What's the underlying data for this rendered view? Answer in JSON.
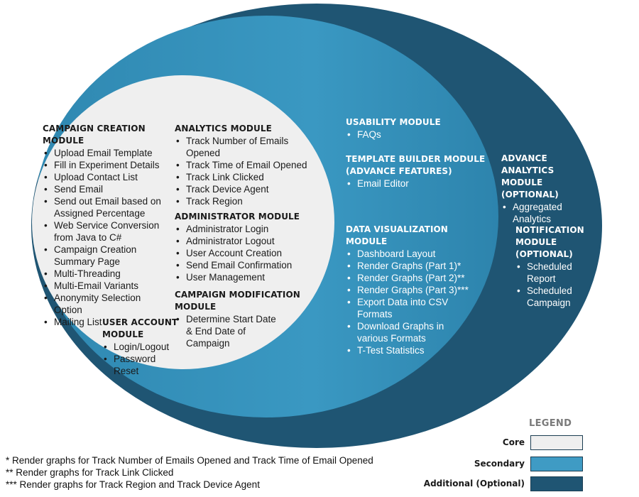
{
  "colors": {
    "core": "#efefef",
    "secondary": "#3f9bc4",
    "additional": "#1f5573",
    "outline": "#1b3d52"
  },
  "modules": {
    "campaign_creation": {
      "title": "CAMPAIGN CREATION MODULE",
      "items": [
        "Upload Email Template",
        "Fill in Experiment Details",
        "Upload Contact List",
        "Send Email",
        "Send out Email based on\nAssigned Percentage",
        "Web Service Conversion\nfrom Java to C#",
        "Campaign Creation\nSummary Page",
        "Multi-Threading",
        "Multi-Email Variants",
        "Anonymity Selection\nOption",
        "Mailing List"
      ]
    },
    "analytics": {
      "title": "ANALYTICS MODULE",
      "items": [
        "Track Number of Emails\nOpened",
        "Track Time of Email Opened",
        "Track Link Clicked",
        "Track Device Agent",
        "Track Region"
      ]
    },
    "administrator": {
      "title": "ADMINISTRATOR MODULE",
      "items": [
        "Administrator Login",
        "Administrator Logout",
        "User Account Creation",
        "Send Email Confirmation",
        "User Management"
      ]
    },
    "campaign_modification": {
      "title": "CAMPAIGN MODIFICATION\nMODULE",
      "items": [
        "Determine Start Date\n& End Date of\nCampaign"
      ]
    },
    "user_account": {
      "title": "USER ACCOUNT\nMODULE",
      "items": [
        "Login/Logout",
        "Password Reset"
      ]
    },
    "usability": {
      "title": "USABILITY MODULE",
      "items": [
        "FAQs"
      ]
    },
    "template_builder": {
      "title": "TEMPLATE BUILDER MODULE\n(ADVANCE FEATURES)",
      "items": [
        "Email Editor"
      ]
    },
    "data_visualization": {
      "title": "DATA VISUALIZATION MODULE",
      "items": [
        "Dashboard Layout",
        "Render Graphs (Part 1)*",
        "Render Graphs (Part 2)**",
        "Render Graphs (Part 3)***",
        "Export Data into CSV\nFormats",
        "Download Graphs in\nvarious Formats",
        "T-Test Statistics"
      ]
    },
    "advance_analytics": {
      "title": "ADVANCE\nANALYTICS MODULE\n(OPTIONAL)",
      "items": [
        "Aggregated\nAnalytics"
      ]
    },
    "notification": {
      "title": "NOTIFICATION\nMODULE\n(OPTIONAL)",
      "items": [
        "Scheduled\nReport",
        "Scheduled\nCampaign"
      ]
    }
  },
  "footnotes": [
    "*  Render graphs for Track Number of Emails Opened and Track Time of Email Opened",
    "**  Render graphs for Track Link Clicked",
    "*** Render graphs for Track Region and Track Device Agent"
  ],
  "legend": {
    "title": "LEGEND",
    "items": [
      {
        "label": "Core",
        "color": "#efefef"
      },
      {
        "label": "Secondary",
        "color": "#3f9bc4"
      },
      {
        "label": "Additional (Optional)",
        "color": "#1f5573"
      }
    ]
  }
}
